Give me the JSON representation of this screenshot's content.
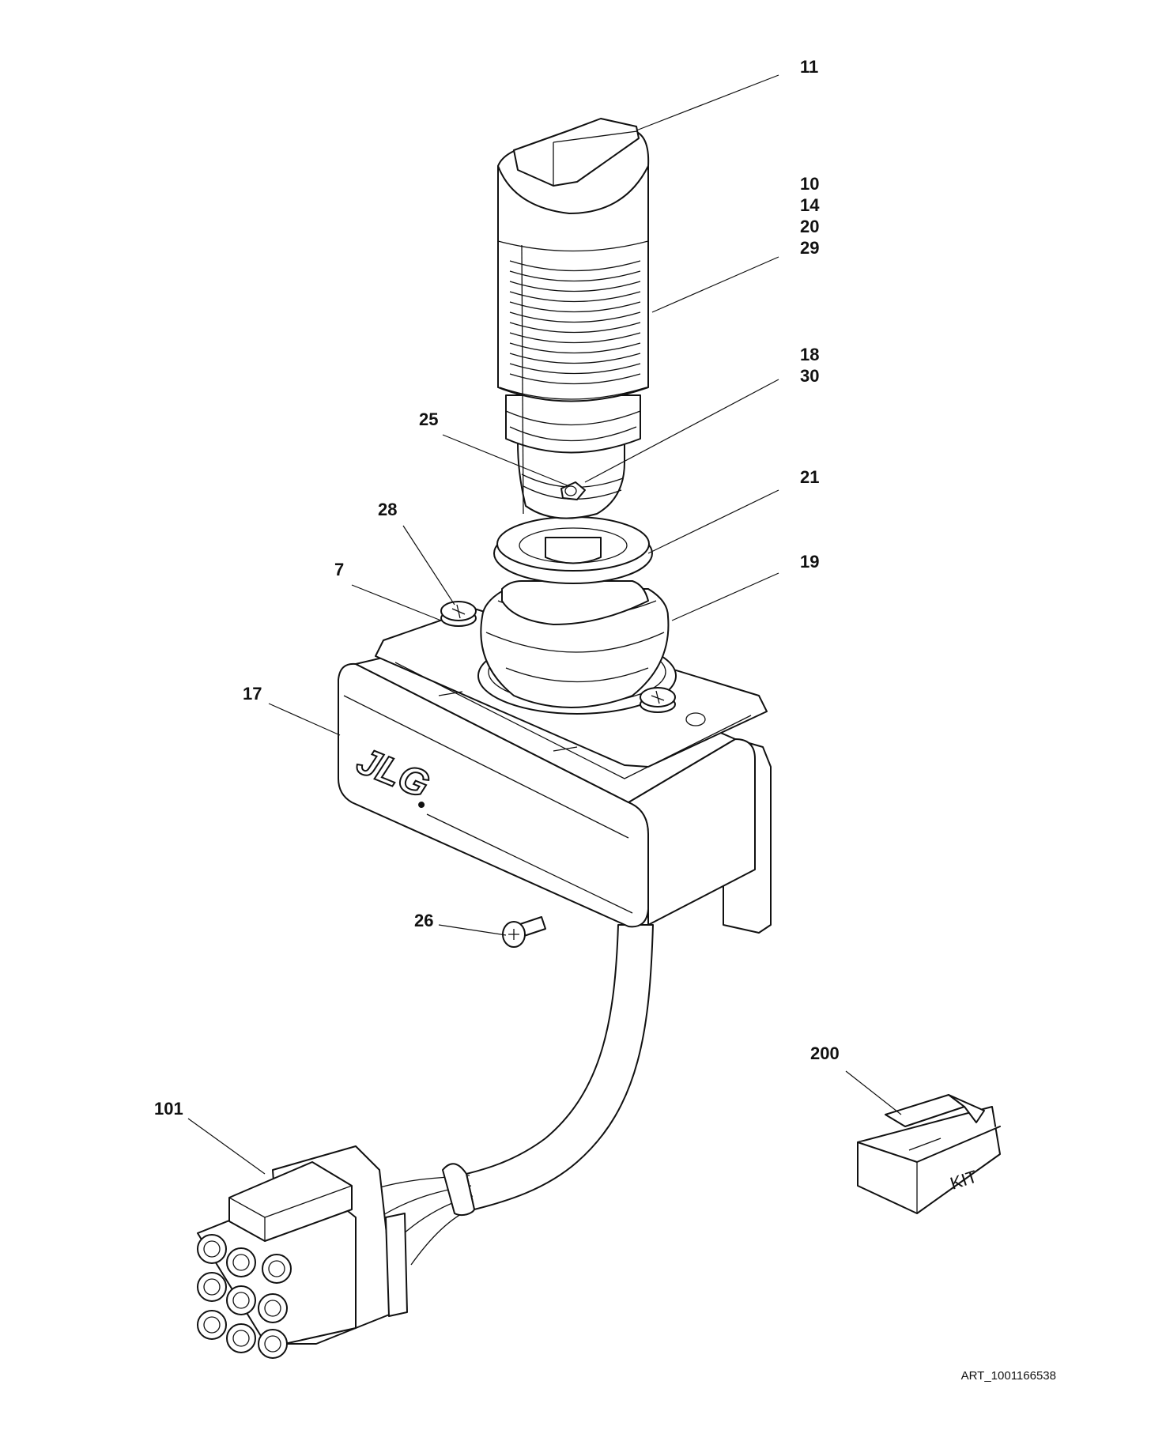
{
  "callouts": [
    {
      "id": "c11",
      "label": "11"
    },
    {
      "id": "c10",
      "label": "10"
    },
    {
      "id": "c14",
      "label": "14"
    },
    {
      "id": "c20",
      "label": "20"
    },
    {
      "id": "c29",
      "label": "29"
    },
    {
      "id": "c18",
      "label": "18"
    },
    {
      "id": "c30",
      "label": "30"
    },
    {
      "id": "c25",
      "label": "25"
    },
    {
      "id": "c21",
      "label": "21"
    },
    {
      "id": "c28",
      "label": "28"
    },
    {
      "id": "c7",
      "label": "7"
    },
    {
      "id": "c19",
      "label": "19"
    },
    {
      "id": "c17",
      "label": "17"
    },
    {
      "id": "c26",
      "label": "26"
    },
    {
      "id": "c200",
      "label": "200"
    },
    {
      "id": "c101",
      "label": "101"
    }
  ],
  "brand_logo": "JLG",
  "kit_label": "KIT",
  "art_id": "ART_1001166538"
}
